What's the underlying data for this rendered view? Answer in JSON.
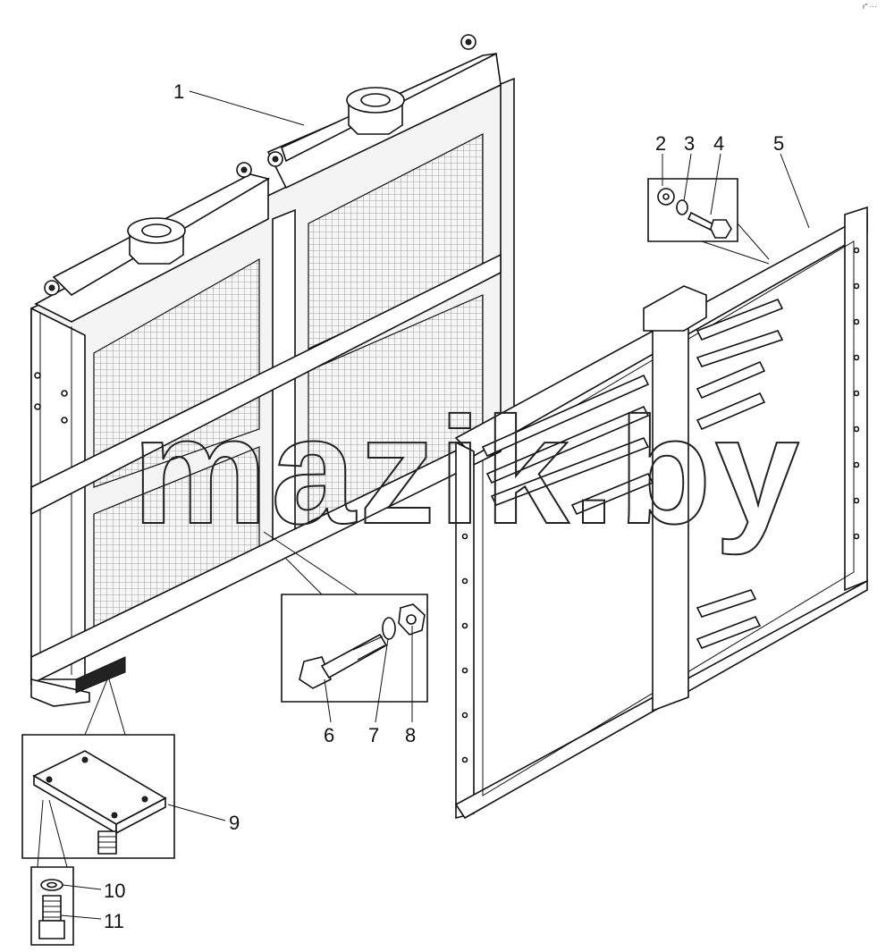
{
  "diagram": {
    "callouts": [
      "1",
      "2",
      "3",
      "4",
      "5",
      "6",
      "7",
      "8",
      "9",
      "10",
      "11"
    ],
    "watermark": "mazik.by",
    "corner_mark": "r\" ···"
  }
}
